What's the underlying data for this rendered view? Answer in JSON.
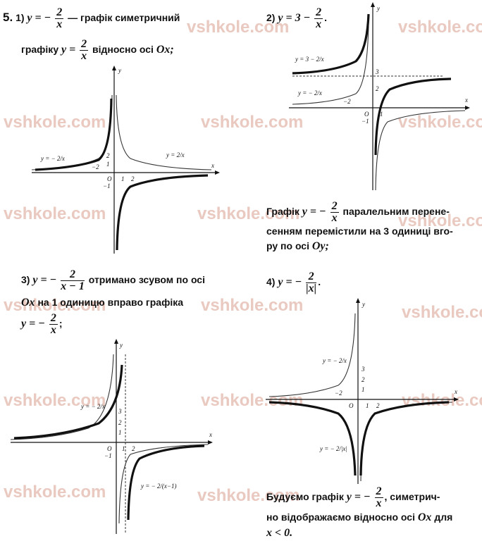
{
  "watermarks": [
    "vshkole.com",
    "vshkole.com",
    "vshkole.com",
    "vshkole.com",
    "vshkole.com",
    "vshkole.com",
    "vshkole.com",
    "vshkole.com",
    "vshkole.com",
    "vshkole.com",
    "vshkole.com",
    "vshkole.com",
    "vshkole.com",
    "vshkole.com",
    "vshkole.com",
    "vshkole.com"
  ],
  "problem_number": "5.",
  "p1": {
    "index": "1)",
    "lhs": "y = −",
    "num": "2",
    "den": "x",
    "text1": "— графік симетричний",
    "line2_a": "графіку",
    "line2_lhs": "y =",
    "line2_num": "2",
    "line2_den": "x",
    "line2_b": "відносно осі",
    "line2_axis": "Ox;",
    "graph": {
      "label_left": "y = − 2/x",
      "label_right": "y = 2/x",
      "x_label": "x",
      "y_label": "y",
      "origin": "O",
      "ticks": {
        "x_neg2": "−2",
        "x1": "1",
        "x2": "2",
        "y1": "1",
        "y2": "2",
        "y_neg1": "−1"
      }
    }
  },
  "p2": {
    "index": "2)",
    "lhs": "y = 3 −",
    "num": "2",
    "den": "x",
    "dot": ".",
    "graph": {
      "label_top": "y = 3 − 2/x",
      "label_bottom": "y = − 2/x",
      "x_label": "x",
      "y_label": "y",
      "origin": "O",
      "ticks": {
        "y3": "3",
        "y2": "2",
        "x_neg2": "−2",
        "x1": "1",
        "y_neg1": "−1"
      }
    },
    "text_a": "Графік",
    "text_lhs": "y = −",
    "text_num": "2",
    "text_den": "x",
    "text_b": "паралельним перене-",
    "text_c": "сенням перемістили на 3 одиниці вго-",
    "text_d_a": "ру по осі",
    "text_d_axis": "Oy;"
  },
  "p3": {
    "index": "3)",
    "lhs": "y = −",
    "num": "2",
    "den": "x − 1",
    "text_a": "отримано зсувом по осі",
    "text_b_axis": "Ox",
    "text_b": "на 1 одиницю вправо графіка",
    "text_c_lhs": "y = −",
    "text_c_num": "2",
    "text_c_den": "x",
    "text_c_end": ";",
    "graph": {
      "label_left": "y = − 2/x",
      "label_right": "y = − 2/(x−1)",
      "x_label": "x",
      "y_label": "y",
      "origin": "O",
      "ticks": {
        "y3": "3",
        "y2": "2",
        "y1": "1",
        "x1": "1",
        "x2": "2",
        "y_neg1": "−1"
      }
    }
  },
  "p4": {
    "index": "4)",
    "lhs": "y = −",
    "num": "2",
    "den": "|x|",
    "dot": ".",
    "graph": {
      "label_top": "y = − 2/x",
      "label_bottom": "y = − 2/|x|",
      "x_label": "x",
      "y_label": "y",
      "origin": "O",
      "ticks": {
        "y3": "3",
        "y2": "2",
        "y1": "1",
        "x_neg2": "−2",
        "x1": "1",
        "x2": "2"
      }
    },
    "text_a": "Будуємо графік",
    "text_lhs": "y = −",
    "text_num": "2",
    "text_den": "x",
    "text_b": ", симетрич-",
    "text_c_a": "но відображаємо відносно осі",
    "text_c_axis": "Ox",
    "text_c_b": "для",
    "text_d": "x < 0."
  }
}
